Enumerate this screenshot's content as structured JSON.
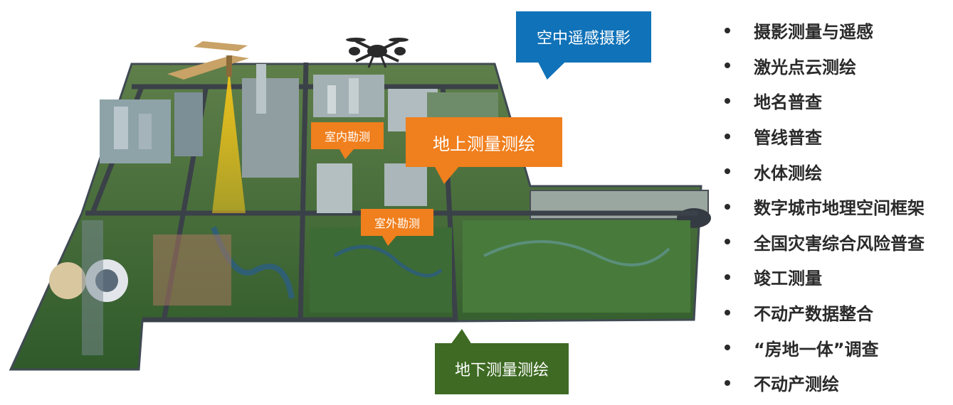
{
  "callouts": {
    "aerial": "空中遥感摄影",
    "ground": "地上测量测绘",
    "indoor": "室内勘测",
    "outdoor": "室外勘测",
    "underground": "地下测量测绘"
  },
  "services": [
    "摄影测量与遥感",
    "激光点云测绘",
    "地名普查",
    "管线普查",
    "水体测绘",
    "数字城市地理空间框架",
    "全国灾害综合风险普查",
    "竣工测量",
    "不动产数据整合",
    "“房地一体”调查",
    "不动产测绘"
  ],
  "colors": {
    "aerial": "#1072b8",
    "ground": "#f07f1d",
    "underground": "#3e6a23",
    "text": "#2a2a2a"
  }
}
